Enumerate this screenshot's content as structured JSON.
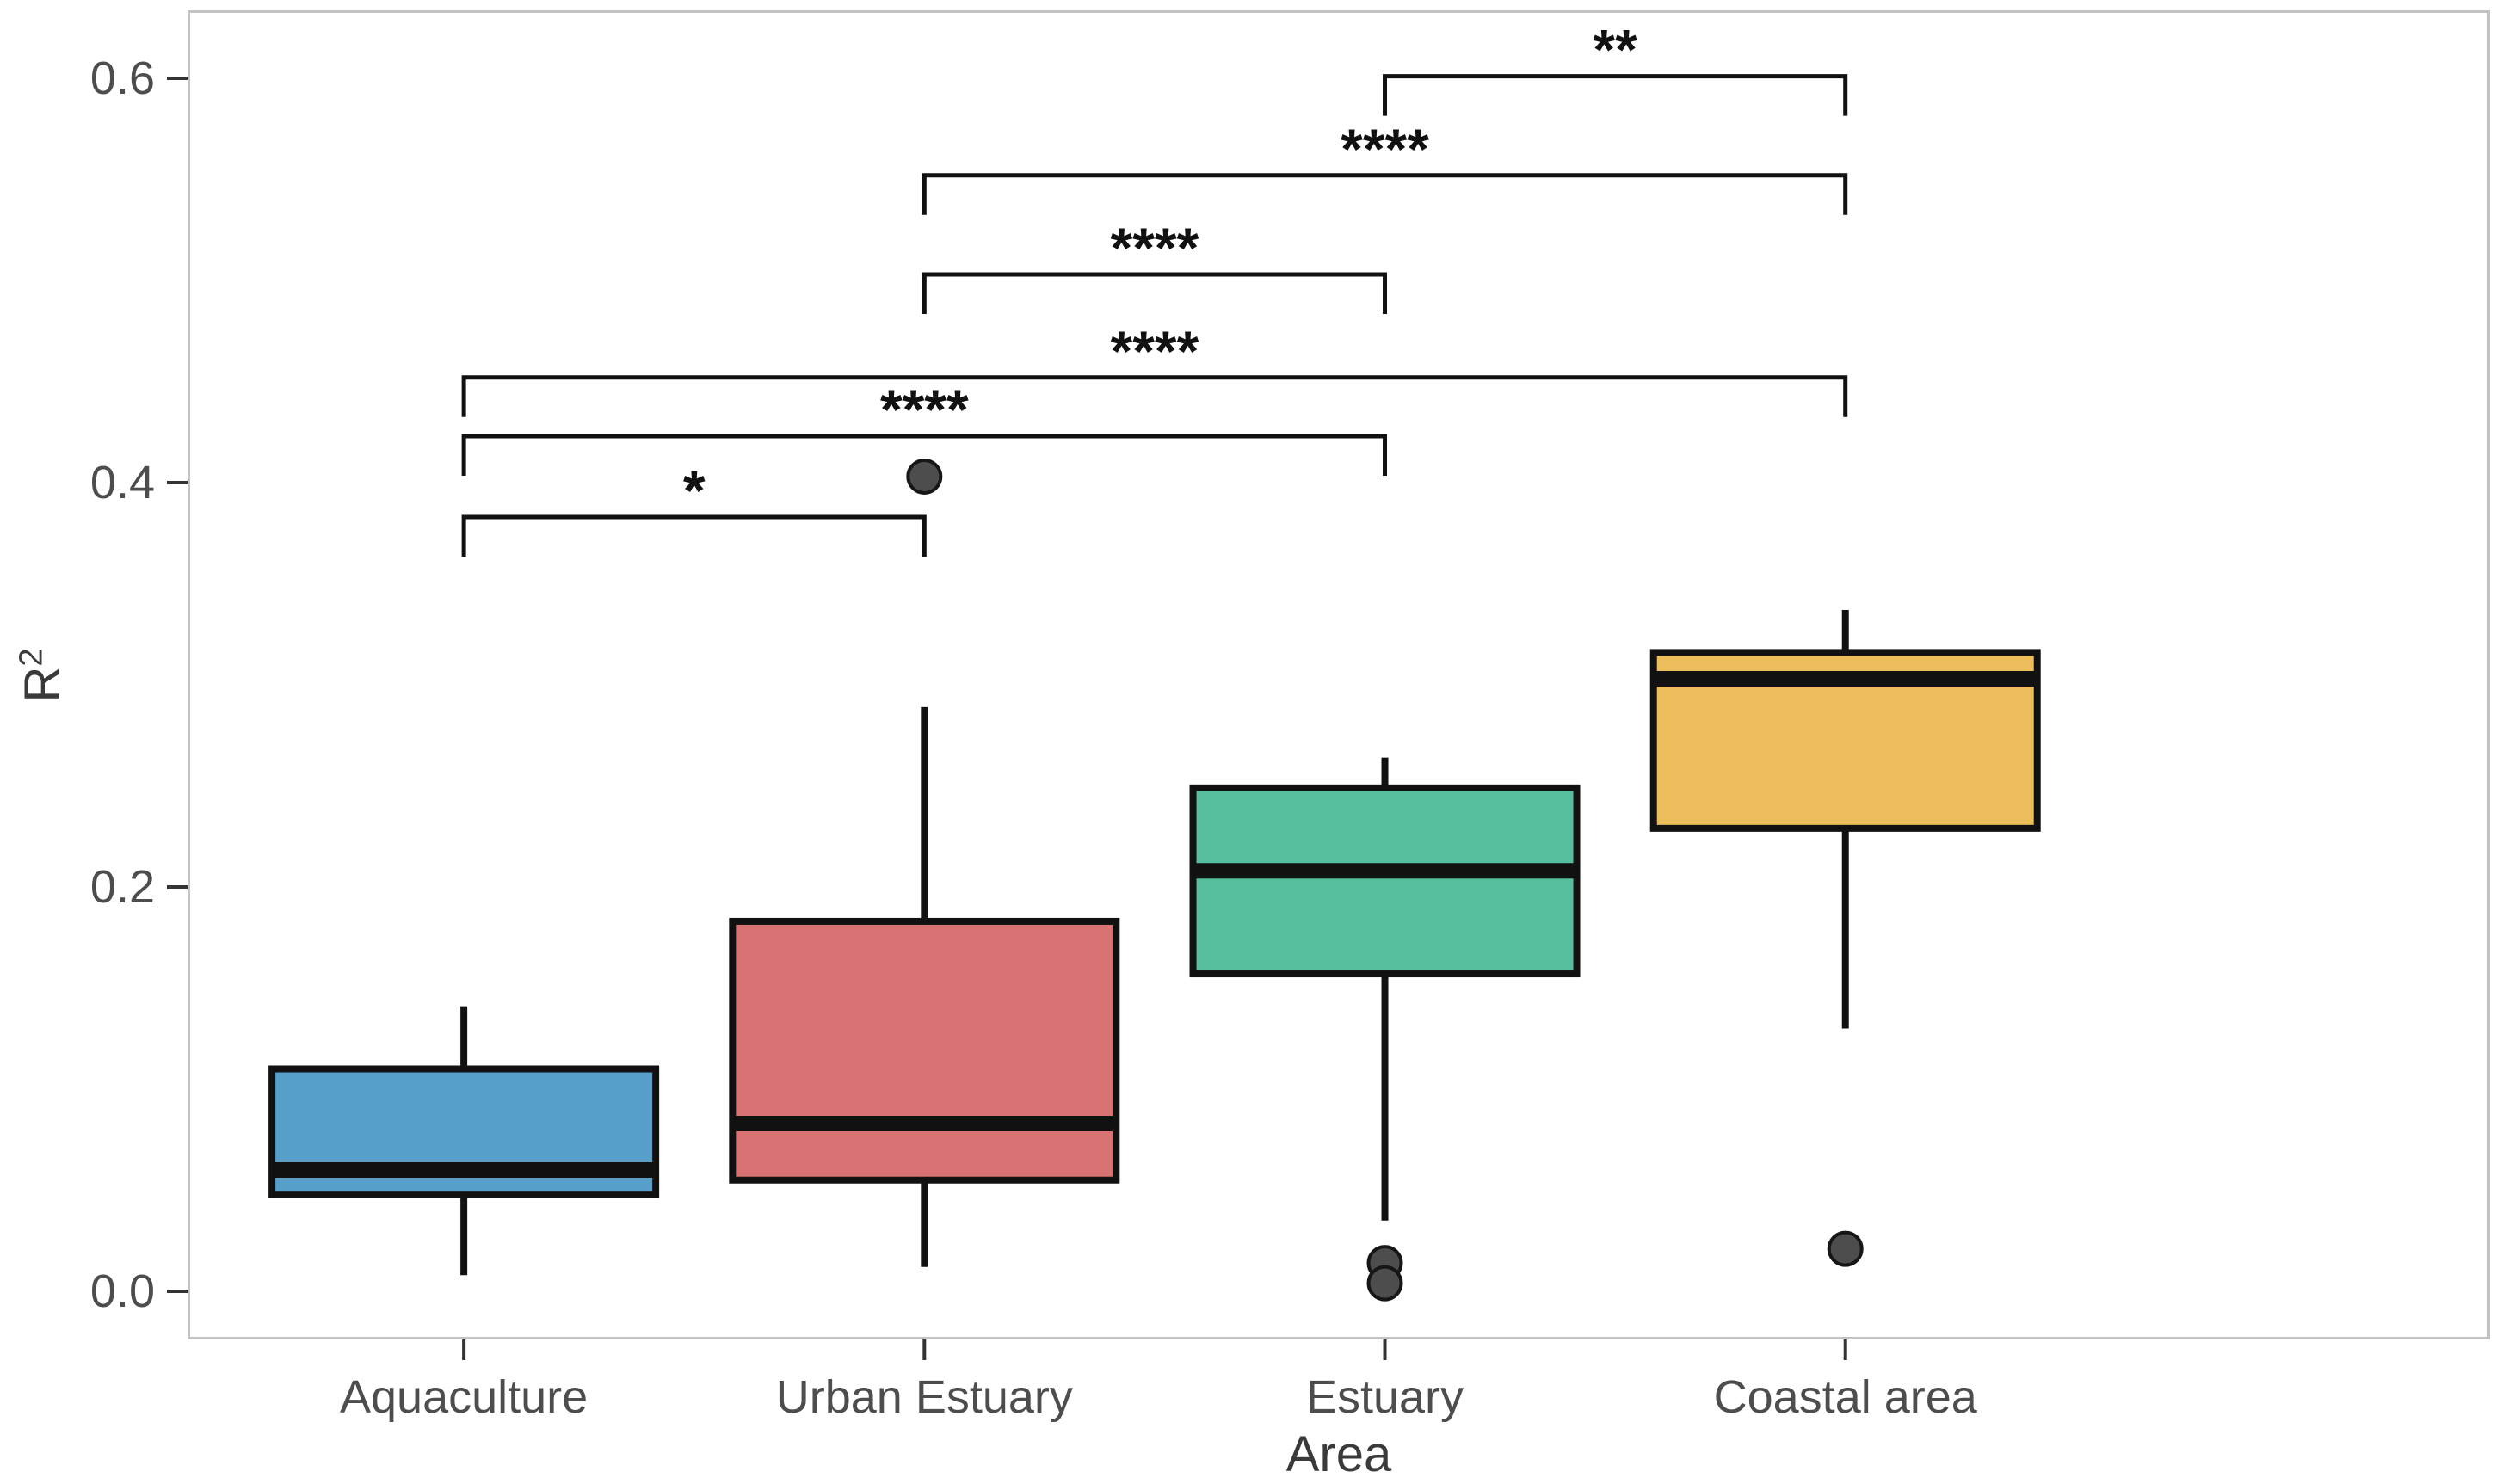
{
  "y_axis": {
    "title_base": "R",
    "title_superscript": "2",
    "tick_labels": [
      "0.0",
      "0.2",
      "0.4",
      "0.6"
    ],
    "tick_values": [
      0.0,
      0.2,
      0.4,
      0.6
    ]
  },
  "x_axis": {
    "title": "Area",
    "tick_labels": [
      "Aquaculture",
      "Urban Estuary",
      "Estuary",
      "Coastal area"
    ]
  },
  "chart_data": {
    "type": "boxplot",
    "title": "",
    "xlabel": "Area",
    "ylabel": "R²",
    "ylim": [
      -0.025,
      0.635
    ],
    "yticks": [
      0.0,
      0.2,
      0.4,
      0.6
    ],
    "grid": false,
    "legend_position": "none",
    "categories": [
      "Aquaculture",
      "Urban Estuary",
      "Estuary",
      "Coastal area"
    ],
    "series": [
      {
        "name": "Aquaculture",
        "color": "#559FCA",
        "whisker_low": 0.008,
        "q1": 0.048,
        "median": 0.06,
        "q3": 0.11,
        "whisker_high": 0.141,
        "outliers": []
      },
      {
        "name": "Urban Estuary",
        "color": "#D97272",
        "whisker_low": 0.012,
        "q1": 0.055,
        "median": 0.083,
        "q3": 0.183,
        "whisker_high": 0.289,
        "outliers": [
          0.403
        ]
      },
      {
        "name": "Estuary",
        "color": "#55BE9E",
        "whisker_low": 0.035,
        "q1": 0.157,
        "median": 0.208,
        "q3": 0.249,
        "whisker_high": 0.264,
        "outliers": [
          0.014,
          0.004
        ]
      },
      {
        "name": "Coastal area",
        "color": "#ECBE5B",
        "whisker_low": 0.13,
        "q1": 0.229,
        "median": 0.303,
        "q3": 0.316,
        "whisker_high": 0.337,
        "outliers": [
          0.021
        ]
      }
    ],
    "significance_brackets": [
      {
        "group1": "Estuary",
        "group2": "Coastal area",
        "label": "**",
        "height": 0.601
      },
      {
        "group1": "Urban Estuary",
        "group2": "Coastal area",
        "label": "****",
        "height": 0.552
      },
      {
        "group1": "Urban Estuary",
        "group2": "Estuary",
        "label": "****",
        "height": 0.503
      },
      {
        "group1": "Aquaculture",
        "group2": "Coastal area",
        "label": "****",
        "height": 0.452
      },
      {
        "group1": "Aquaculture",
        "group2": "Estuary",
        "label": "****",
        "height": 0.423
      },
      {
        "group1": "Aquaculture",
        "group2": "Urban Estuary",
        "label": "*",
        "height": 0.383
      }
    ],
    "outlier_point_color": "#4d4d4d",
    "box_border_color": "#111111",
    "panel_border_color": "#c3c3c3"
  }
}
